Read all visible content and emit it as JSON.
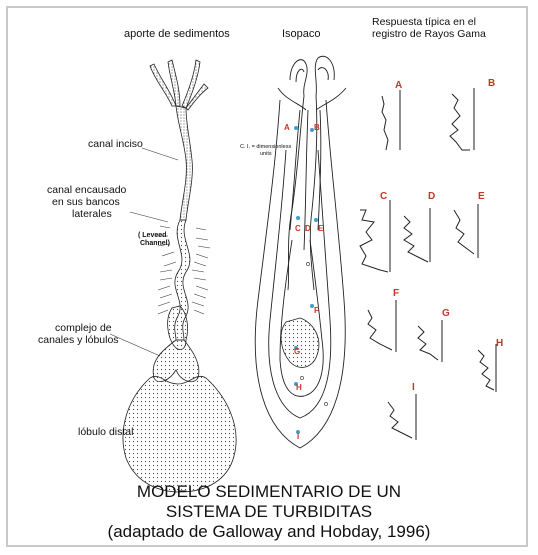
{
  "headers": {
    "col1": "aporte de sedimentos",
    "col2": "Isopaco",
    "col3_line1": "Respuesta típica en el",
    "col3_line2": "registro de Rayos Gama"
  },
  "labels": {
    "canal_inciso": "canal inciso",
    "canal_encausado_1": "canal  encausado",
    "canal_encausado_2": "en sus bancos",
    "canal_encausado_3": "laterales",
    "leveed_1": "( Leveed",
    "leveed_2": "Channel)",
    "complejo_1": "complejo de",
    "complejo_2": "canales y lóbulos",
    "lobulo": "lóbulo distal",
    "ci_1": "C. I. = dimensionless",
    "ci_2": "units"
  },
  "points": [
    "A",
    "B",
    "C",
    "D",
    "E",
    "F",
    "G",
    "H",
    "I"
  ],
  "title": {
    "line1": "MODELO  SEDIMENTARIO DE UN",
    "line2": "SISTEMA  DE TURBIDITAS",
    "line3": "(adaptado de Galloway and Hobday, 1996)"
  },
  "colors": {
    "accent": "#c0392b",
    "marker": "#3a9fd1",
    "frame": "#c9c9c9"
  }
}
